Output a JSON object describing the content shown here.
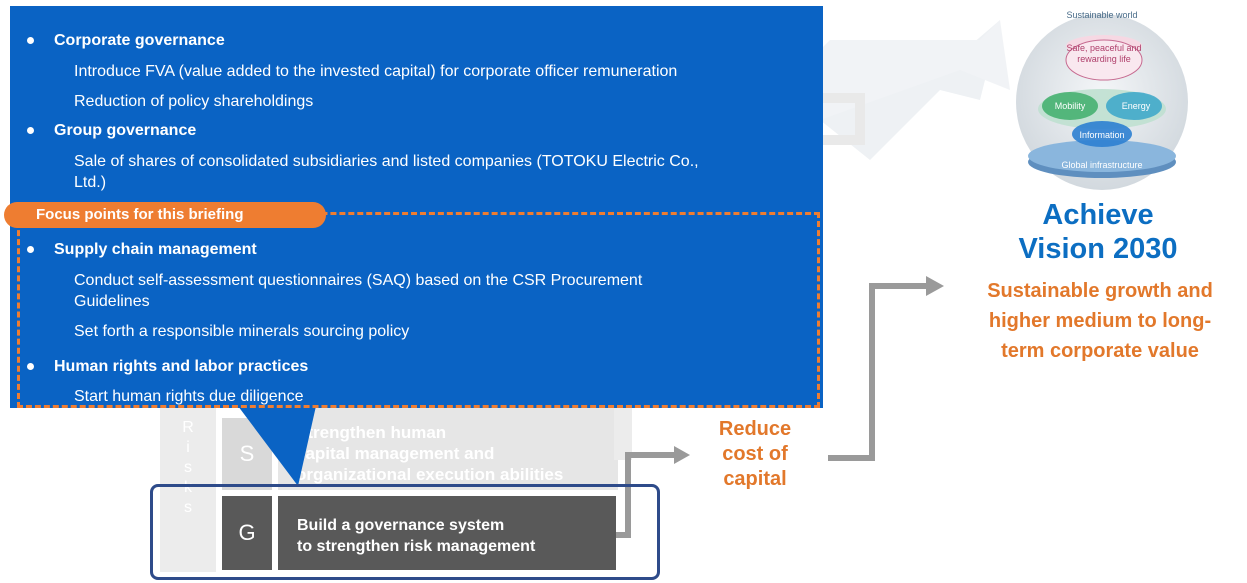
{
  "panel": {
    "sections": [
      {
        "heading": "Corporate governance",
        "items": [
          "Introduce FVA (value added to the invested capital) for corporate officer remuneration",
          "Reduction of policy shareholdings"
        ]
      },
      {
        "heading": "Group governance",
        "items": [
          "Sale of shares of consolidated subsidiaries and listed companies (TOTOKU Electric Co.,",
          "Ltd.)"
        ]
      },
      {
        "heading": "Supply chain management",
        "items": [
          "Conduct self-assessment questionnaires (SAQ) based on the CSR Procurement",
          "Guidelines",
          "Set forth a responsible minerals sourcing policy"
        ]
      },
      {
        "heading": "Human rights and labor practices",
        "items": [
          "Start human rights due diligence"
        ]
      }
    ],
    "focus_label": "Focus points for this briefing"
  },
  "background": {
    "risks_letters": [
      "R",
      "i",
      "s",
      "k",
      "s"
    ],
    "s_letter": "S",
    "s_text": [
      "Strengthen human",
      "capital management and",
      "organizational execution abilities"
    ]
  },
  "g_box": {
    "letter": "G",
    "lines": [
      "Build a governance system",
      "to strengthen risk management"
    ]
  },
  "outcomes": {
    "reduce": [
      "Reduce",
      "cost of",
      "capital"
    ],
    "achieve": [
      "Achieve",
      "Vision 2030"
    ],
    "sustain": [
      "Sustainable growth and",
      "higher medium to long-",
      "term corporate value"
    ]
  },
  "vision_graphic": {
    "title": "Sustainable world",
    "top": [
      "Safe, peaceful and",
      "rewarding life"
    ],
    "mobility": "Mobility",
    "energy": "Energy",
    "information": "Information",
    "base": "Global infrastructure"
  },
  "colors": {
    "panel_blue": "#0a63c4",
    "focus_orange": "#ee7d31",
    "text_orange": "#e2782b",
    "vision_blue": "#0c6ec2",
    "g_frame_navy": "#2e4b8a",
    "g_gray": "#595959",
    "arrow_gray": "#9a9a9a"
  }
}
